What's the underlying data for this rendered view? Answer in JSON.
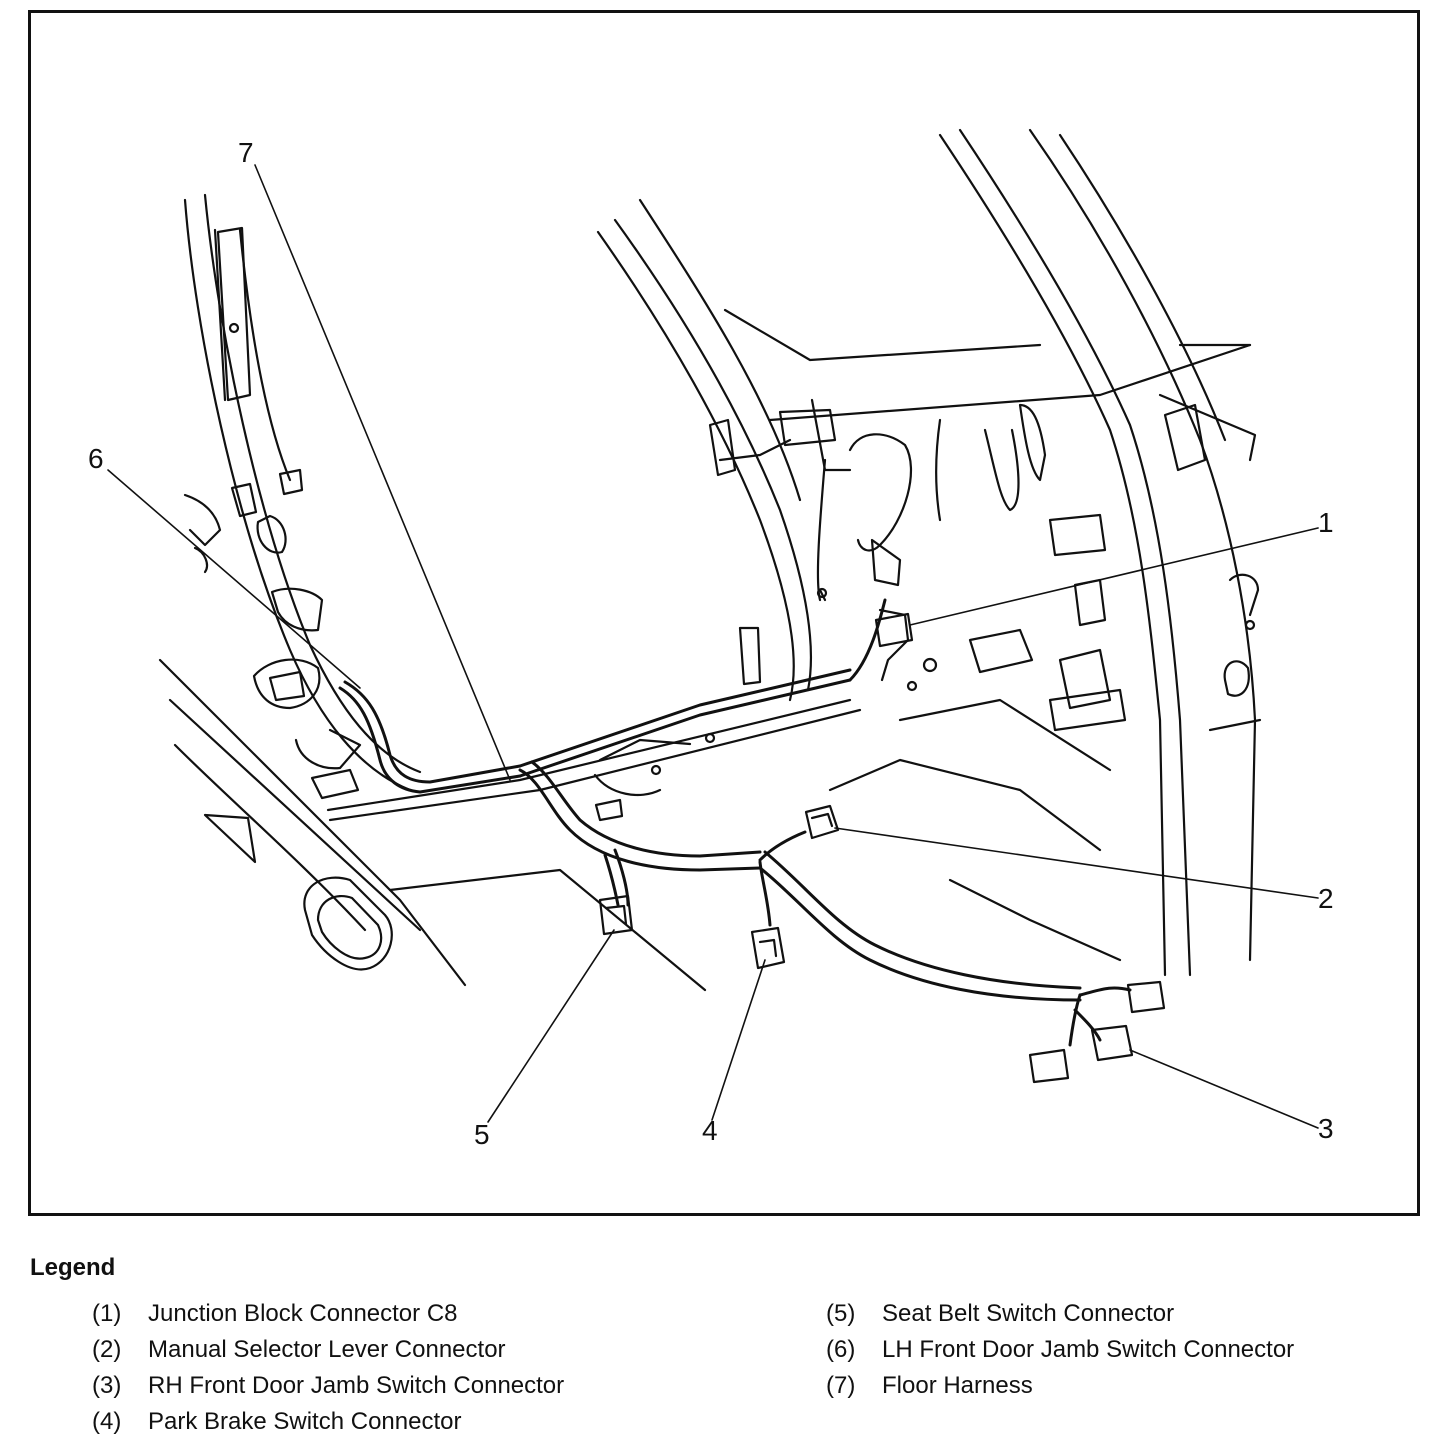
{
  "callouts": [
    "1",
    "2",
    "3",
    "4",
    "5",
    "6",
    "7"
  ],
  "legend": {
    "title": "Legend",
    "items": [
      {
        "num": "(1)",
        "label": "Junction Block Connector C8"
      },
      {
        "num": "(2)",
        "label": "Manual Selector Lever Connector"
      },
      {
        "num": "(3)",
        "label": "RH Front Door Jamb Switch Connector"
      },
      {
        "num": "(4)",
        "label": "Park Brake Switch Connector"
      },
      {
        "num": "(5)",
        "label": "Seat Belt Switch Connector"
      },
      {
        "num": "(6)",
        "label": "LH Front Door Jamb Switch Connector"
      },
      {
        "num": "(7)",
        "label": "Floor Harness"
      }
    ]
  },
  "colors": {
    "line": "#111111",
    "background": "#ffffff"
  }
}
